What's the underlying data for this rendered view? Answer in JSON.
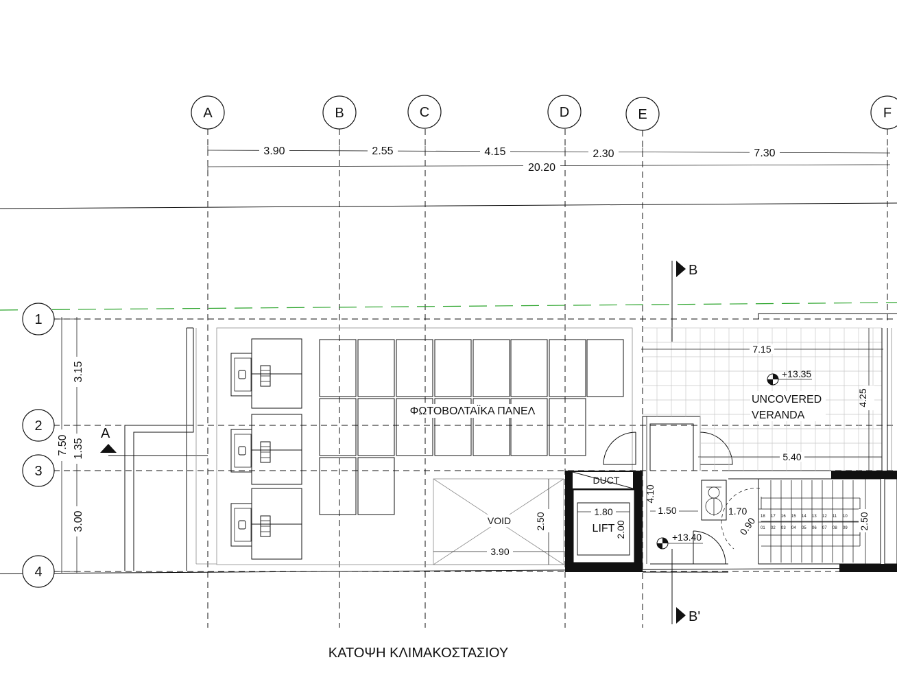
{
  "drawing": {
    "title": "ΚΑΤΟΨΗ ΚΛΙΜΑΚΟΣΤΑΣΙΟΥ",
    "columns": [
      "A",
      "B",
      "C",
      "D",
      "E",
      "F"
    ],
    "rows": [
      "1",
      "2",
      "3",
      "4"
    ],
    "top_dimensions": [
      "3.90",
      "2.55",
      "4.15",
      "2.30",
      "7.30"
    ],
    "overall_dimension": "20.20",
    "left_dimensions": [
      "3.15",
      "1.35",
      "3.00"
    ],
    "left_overall": "7.50",
    "section_a": "A",
    "section_b": "B",
    "section_b_prime": "B'",
    "rooms": {
      "panels": "ΦΩΤΟΒΟΛΤΑΪΚΑ ΠΑΝΕΛ",
      "veranda_1": "UNCOVERED",
      "veranda_2": "VERANDA",
      "duct": "DUCT",
      "void": "VOID",
      "lift": "LIFT"
    },
    "levels": {
      "veranda": "+13.35",
      "landing": "+13.40"
    },
    "inner_dims": {
      "veranda_width": "7.15",
      "veranda_depth": "4.25",
      "stair_width": "5.40",
      "wall_height": "4.10",
      "void_width": "3.90",
      "void_height": "2.50",
      "lift_width": "1.80",
      "lift_depth": "2.00",
      "landing_width": "1.50",
      "wheelchair_zone": "1.70",
      "door_radius": "0.90",
      "stair_depth": "2.50"
    },
    "stair_steps_top": [
      "18",
      "17",
      "16",
      "15",
      "14",
      "13",
      "12",
      "11",
      "10"
    ],
    "stair_steps_bottom": [
      "01",
      "02",
      "03",
      "04",
      "05",
      "06",
      "07",
      "08",
      "09"
    ]
  }
}
